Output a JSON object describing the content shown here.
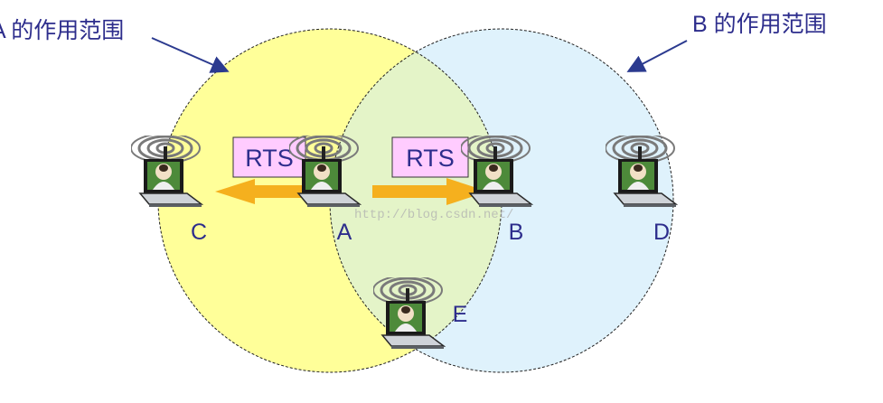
{
  "ranges": {
    "a_label": "A 的作用范围",
    "b_label": "B 的作用范围",
    "a_fill": "#ffff99",
    "b_fill": "#dff2fc",
    "overlap_fill": "#e4f4c8"
  },
  "stations": {
    "a": "A",
    "b": "B",
    "c": "C",
    "d": "D",
    "e": "E"
  },
  "frames": {
    "left": "RTS",
    "right": "RTS",
    "box_fill": "#ffccff"
  },
  "watermark": "http://blog.csdn.net/",
  "colors": {
    "label": "#2d2d8c",
    "arrow": "#f5b01e",
    "pointer": "#2b3a8f"
  }
}
